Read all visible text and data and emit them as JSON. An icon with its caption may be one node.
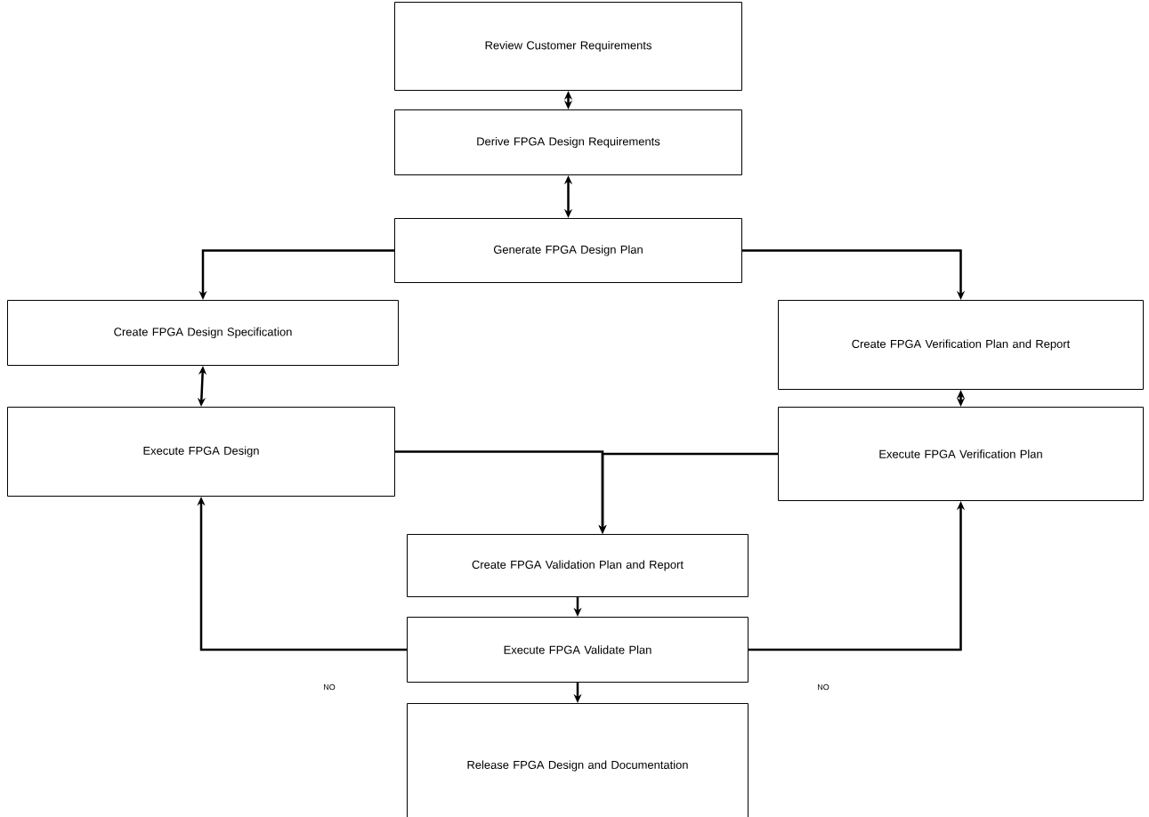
{
  "diagram": {
    "nodes": [
      {
        "text": [
          "Review Customer Requirements"
        ]
      },
      {
        "text": [
          "Derive FPGA Design Requirements"
        ]
      },
      {
        "text": [
          "Generate FPGA Design Plan"
        ]
      },
      {
        "text": [
          "Create FPGA Design Specification"
        ]
      },
      {
        "text": [
          "Create FPGA Verification Plan and Report"
        ]
      },
      {
        "text": [
          "Execute FPGA Design"
        ]
      },
      {
        "text": [
          "Execute FPGA Verification Plan"
        ]
      },
      {
        "text": [
          "Create FPGA Validation Plan and Report"
        ]
      },
      {
        "text": [
          "Execute FPGA Validate Plan"
        ]
      },
      {
        "text": [
          "Release FPGA Design and Documentation"
        ]
      }
    ],
    "edges": [
      {
        "from": 0,
        "to": 1,
        "arrow": "both"
      },
      {
        "from": 1,
        "to": 2,
        "arrow": "both"
      },
      {
        "from": 2,
        "to": 3,
        "arrow": "to"
      },
      {
        "from": 2,
        "to": 4,
        "arrow": "to"
      },
      {
        "from": 3,
        "to": 5,
        "arrow": "both"
      },
      {
        "from": 4,
        "to": 6,
        "arrow": "both"
      },
      {
        "from": 5,
        "to": 7,
        "arrow": "to"
      },
      {
        "from": 6,
        "to": 7,
        "arrow": "to"
      },
      {
        "from": 7,
        "to": 8,
        "arrow": "to"
      },
      {
        "from": 8,
        "to": 5,
        "arrow": "to",
        "label": "NO"
      },
      {
        "from": 8,
        "to": 6,
        "arrow": "to",
        "label": "NO"
      },
      {
        "from": 8,
        "to": 9,
        "arrow": "to"
      }
    ]
  }
}
